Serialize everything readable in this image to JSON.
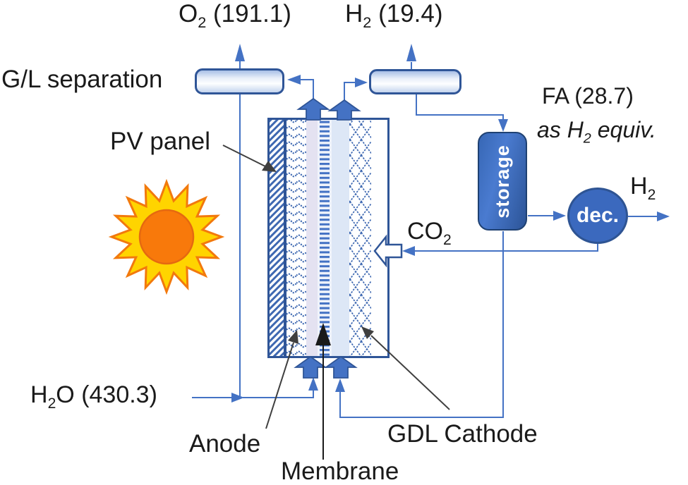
{
  "diagram_type": "process-flow-diagram",
  "labels": {
    "o2_out": {
      "pre": "O",
      "sub": "2",
      "post": " (191.1)"
    },
    "h2_out": {
      "pre": "H",
      "sub": "2",
      "post": " (19.4)"
    },
    "gl_separation": {
      "pre": "G/L separation",
      "sub": "",
      "post": ""
    },
    "pv_panel": {
      "pre": "PV panel",
      "sub": "",
      "post": ""
    },
    "fa": {
      "pre": "FA (28.7)",
      "sub": "",
      "post": ""
    },
    "fa_equiv": {
      "pre": "as H",
      "sub": "2",
      "post": " equiv."
    },
    "co2": {
      "pre": "CO",
      "sub": "2",
      "post": ""
    },
    "h2o_in": {
      "pre": "H",
      "sub": "2",
      "post": "O (430.3)"
    },
    "h2_product": {
      "pre": "H",
      "sub": "2",
      "post": ""
    },
    "anode": {
      "pre": "Anode",
      "sub": "",
      "post": ""
    },
    "membrane": {
      "pre": "Membrane",
      "sub": "",
      "post": ""
    },
    "gdl_cathode": {
      "pre": "GDL Cathode",
      "sub": "",
      "post": ""
    },
    "storage": {
      "pre": "storage",
      "sub": "",
      "post": ""
    },
    "decomposer": {
      "pre": "dec.",
      "sub": "",
      "post": ""
    }
  },
  "values": {
    "o2": 191.1,
    "h2": 19.4,
    "fa_as_h2_equiv": 28.7,
    "h2o": 430.3
  },
  "colors": {
    "flow_line": "#4472C4",
    "dark_blue": "#2F5597",
    "block_arrow_fill": "#4472C4",
    "pattern_blue": "#3E68B1",
    "sun_body": "#FFD400",
    "sun_outline": "#F2790D",
    "sun_core": "#F8790B",
    "annotation_arrow": "#3F3F3F",
    "text": "#1A1A1A"
  }
}
